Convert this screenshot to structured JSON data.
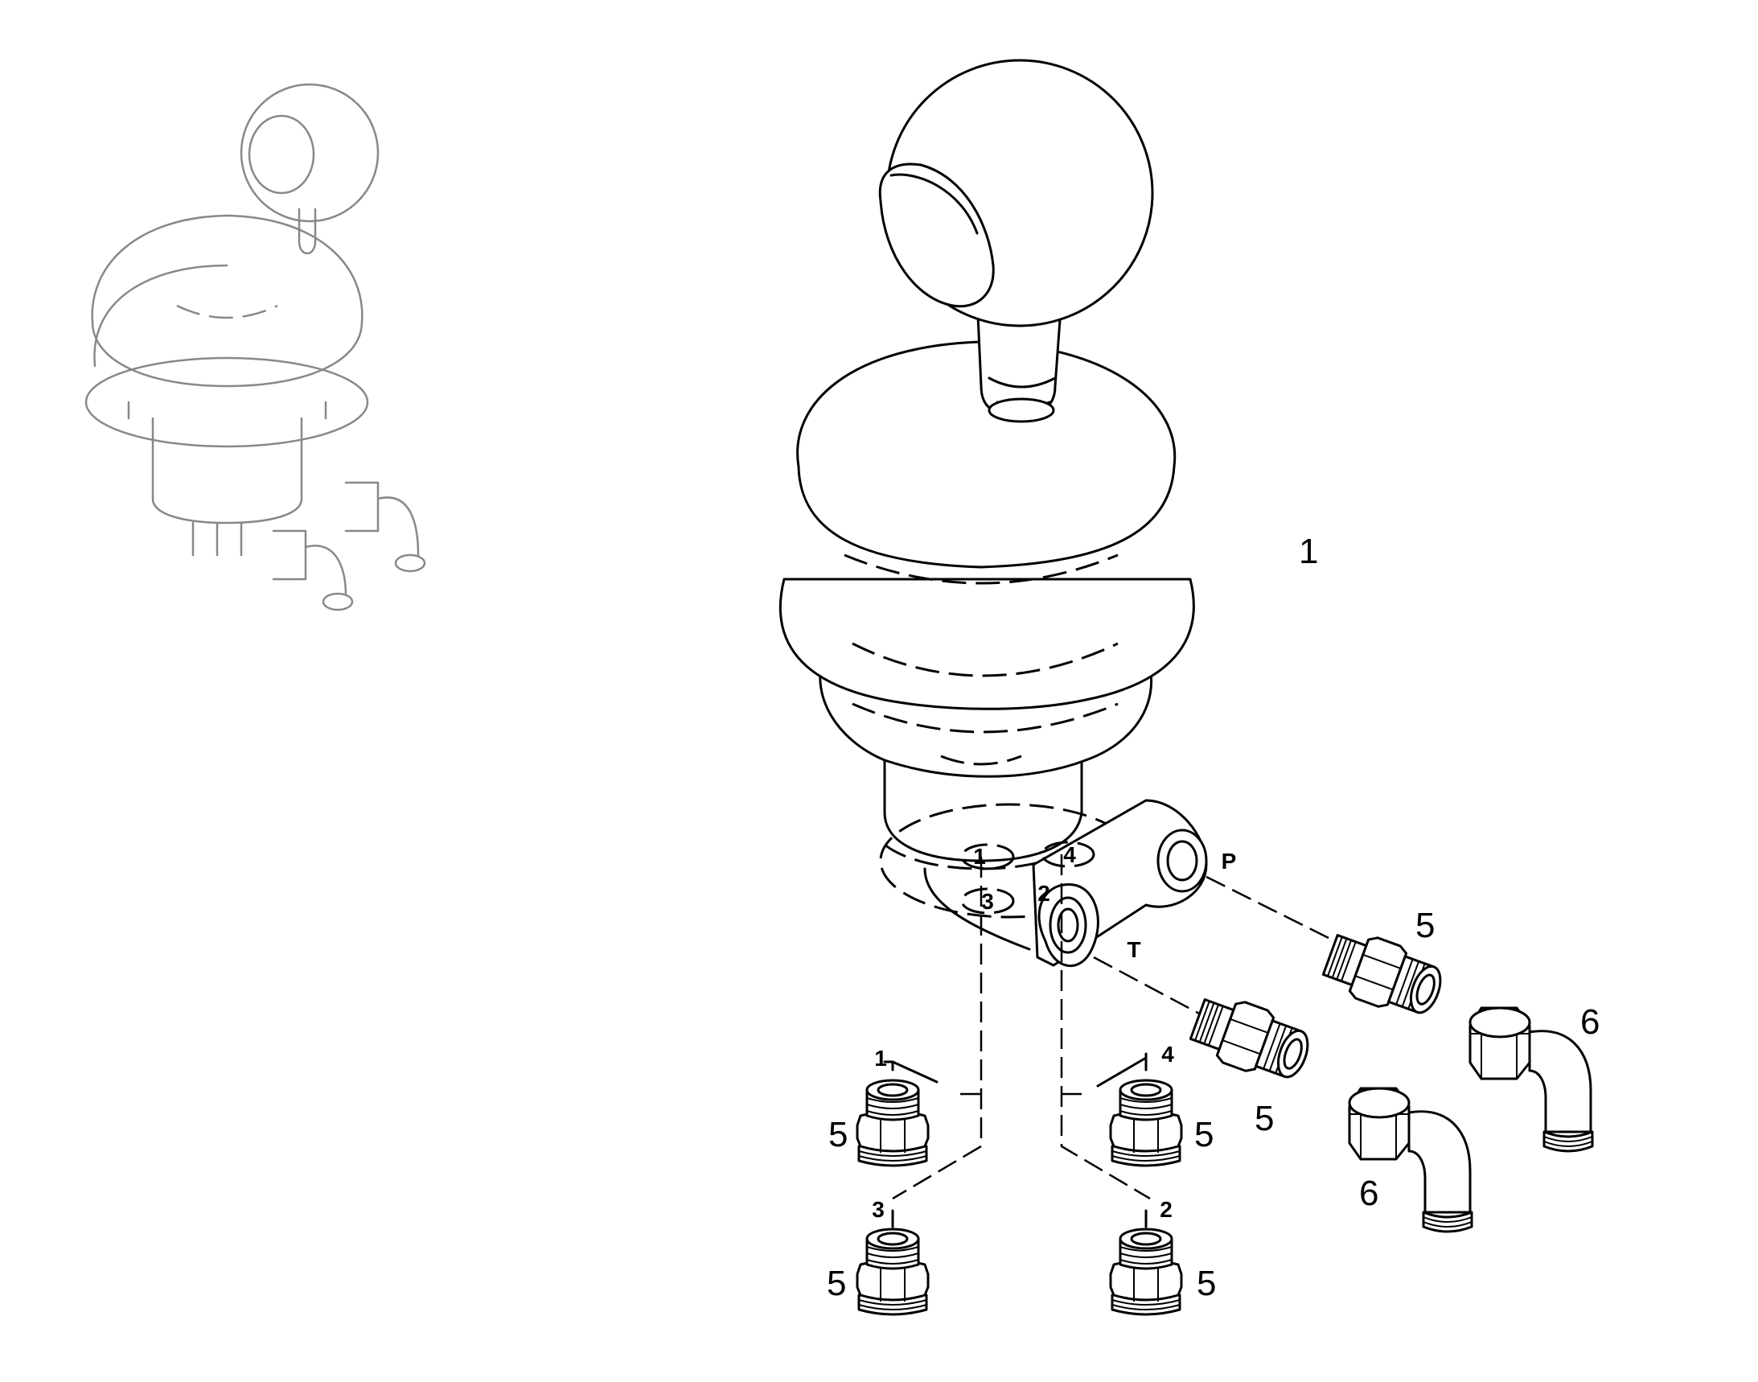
{
  "callouts": {
    "joystick": "1",
    "straight_fitting": "5",
    "elbow_fitting": "6"
  },
  "ports": {
    "p1": "1",
    "p2": "2",
    "p3": "3",
    "p4": "4",
    "pressure": "P",
    "tank": "T"
  },
  "colors": {
    "line": "#000000",
    "thumbnail_line": "#888888",
    "background": "#ffffff"
  }
}
